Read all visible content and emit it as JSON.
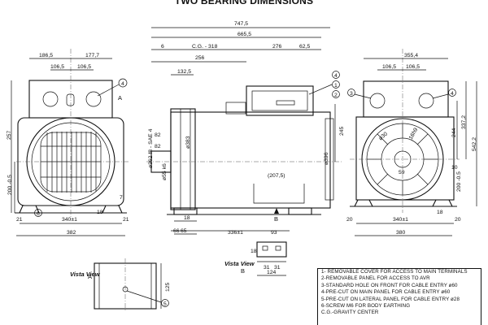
{
  "title": "TWO BEARING DIMENSIONS",
  "dimensions": {
    "overall_length": "747,5",
    "length_665": "665,5",
    "d6": "6",
    "cg": "C.G. - 318",
    "d276": "276",
    "d62_5": "62,5",
    "d256": "256",
    "d132_5": "132,5",
    "d82a": "82",
    "d82b": "82",
    "d383": "ø383",
    "d362": "ø362 f8 - SAE 4",
    "d55": "ø55 k6",
    "d396": "ø396",
    "d245": "245",
    "d207": "(207,5)",
    "d66": "66",
    "d336": "336±1",
    "d93": "93",
    "d65": "65",
    "d18a": "18",
    "d186": "186,5",
    "d177": "177,7",
    "d106a": "106,5",
    "d106b": "106,5",
    "d257": "257",
    "d200a": "200 -0.5",
    "d7": "7",
    "d21a": "21",
    "d21b": "21",
    "d340a": "340±1",
    "d18b": "18",
    "d382": "382",
    "d355": "355,4",
    "d106c": "106,5",
    "d106d": "106,5",
    "d244": "244",
    "d337": "337,2",
    "d542": "542,2",
    "d16h9": "16h9",
    "d59": "59",
    "d10": "10",
    "d200b": "200 -0.5",
    "d20a": "20",
    "d20b": "20",
    "d340b": "340±1",
    "d18c": "18",
    "d380": "380",
    "d30": "ø30",
    "d18d": "18",
    "d31a": "31",
    "d31b": "31",
    "d124": "124",
    "d125": "125"
  },
  "callouts": {
    "c4a": "4",
    "c4b": "4",
    "c4c": "4",
    "c3": "3",
    "c1": "1",
    "c2": "2",
    "c6": "6",
    "c5": "5",
    "viewA": "A",
    "viewB": "B",
    "vistaA": "Vista View",
    "vistaA_letter": "A",
    "vistaB": "Vista View",
    "vistaB_letter": "B"
  },
  "legend": [
    "1- REMOVABLE COVER  FOR ACCESS TO MAIN TERMINALS",
    "2-REMOVABLE PANEL FOR ACCESS TO AVR",
    "3-STANDARD HOLE ON FRONT FOR CABLE ENTRY ø60",
    "4-PRE-CUT ON MAIN PANEL FOR CABLE ENTRY ø60",
    "5-PRE-CUT ON LATERAL PANEL FOR CABLE ENTRY ø28",
    "6-SCREW M6 FOR BODY EARTHING",
    "C.G.-GRAVITY CENTER"
  ]
}
